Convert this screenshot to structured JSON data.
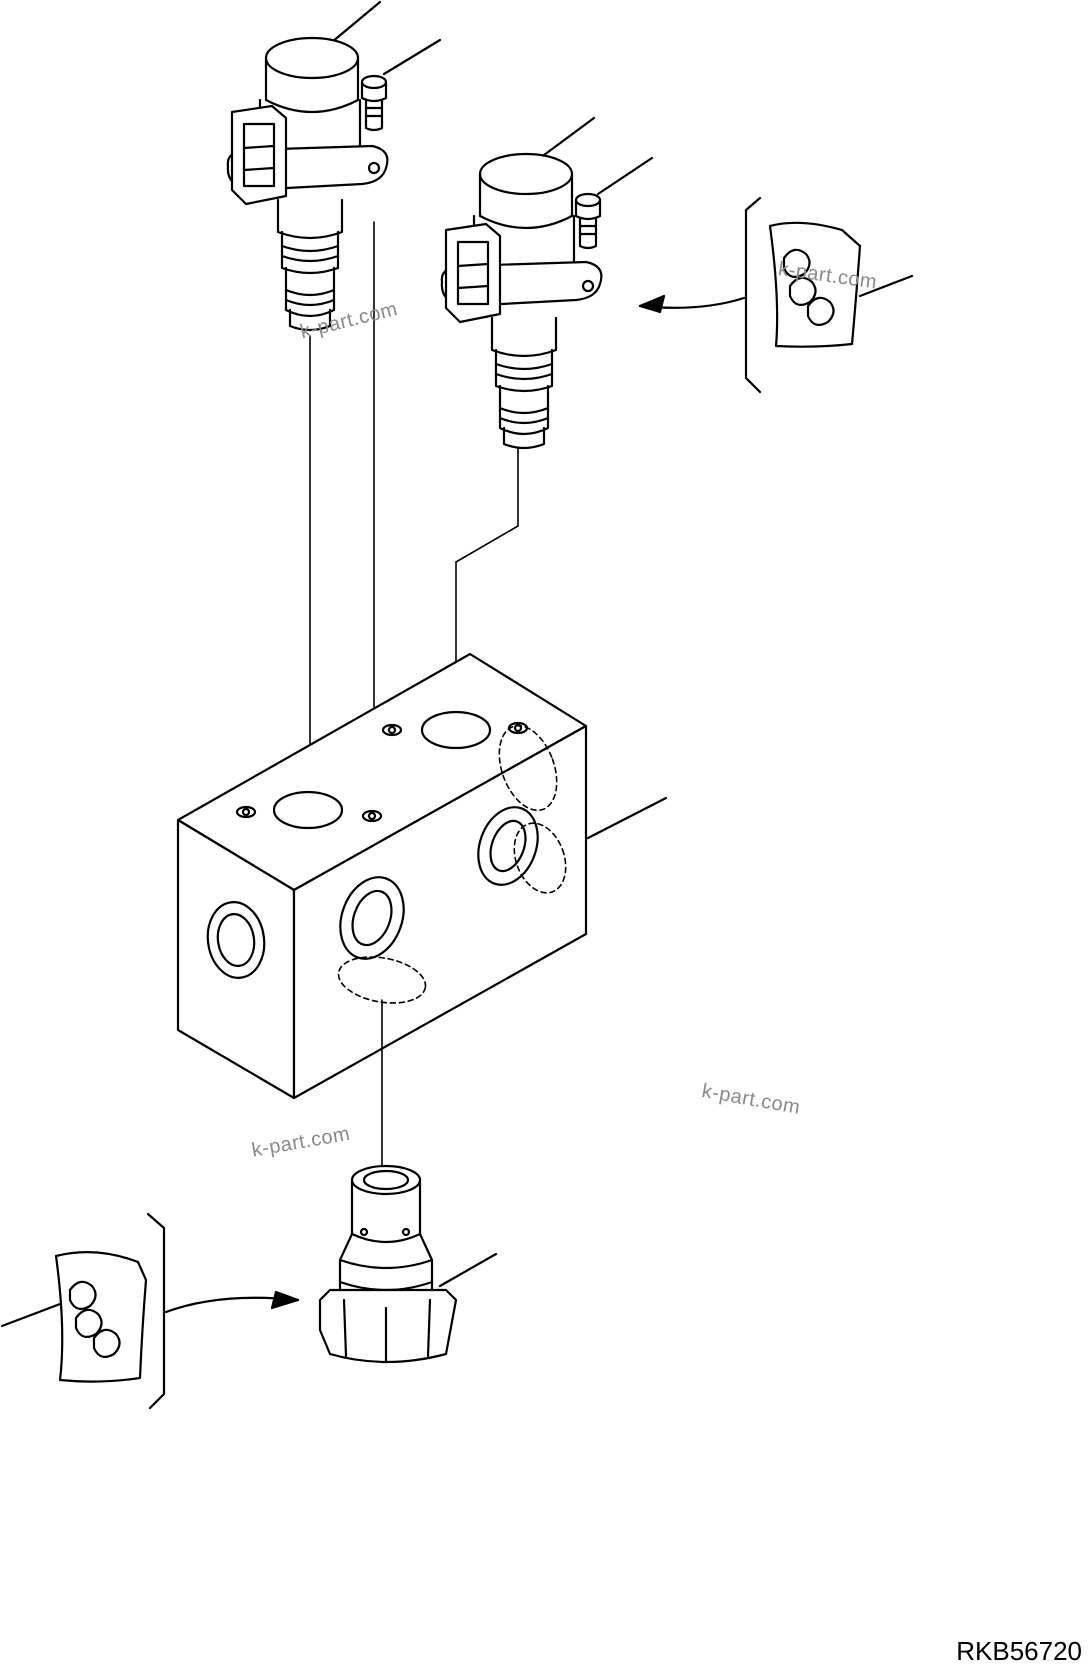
{
  "drawing": {
    "reference_code": "RKB56720",
    "watermarks": [
      "k-part.com",
      "k-part.com",
      "k-part.com",
      "k-part.com"
    ]
  },
  "parts": [
    {
      "id": "solenoid-valve-upper-left",
      "icon": "solenoid-valve-icon"
    },
    {
      "id": "solenoid-valve-upper-right",
      "icon": "solenoid-valve-icon"
    },
    {
      "id": "mounting-bolt-left",
      "icon": "bolt-icon"
    },
    {
      "id": "mounting-bolt-right",
      "icon": "bolt-icon"
    },
    {
      "id": "valve-block",
      "icon": "manifold-block-icon"
    },
    {
      "id": "relief-plug",
      "icon": "hex-plug-icon"
    },
    {
      "id": "sealant-symbol-right",
      "icon": "sealant-tube-icon"
    },
    {
      "id": "sealant-symbol-left",
      "icon": "sealant-tube-icon"
    }
  ],
  "colors": {
    "line": "#000000",
    "background": "#ffffff",
    "watermark": "#8a8a8a"
  }
}
